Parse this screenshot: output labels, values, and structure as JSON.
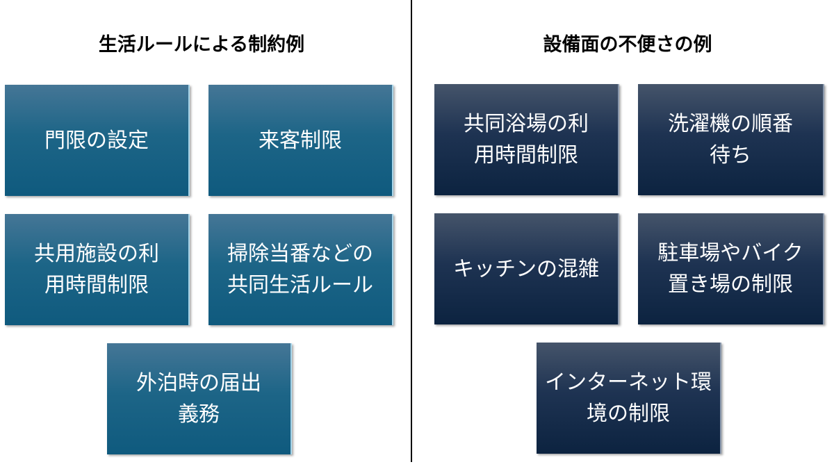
{
  "left": {
    "title": "生活ルールによる制約例",
    "items": [
      "門限の設定",
      "来客制限",
      "共用施設の利\n用時間制限",
      "掃除当番などの\n共同生活ルール",
      "外泊時の届出\n義務"
    ]
  },
  "right": {
    "title": "設備面の不便さの例",
    "items": [
      "共同浴場の利\n用時間制限",
      "洗濯機の順番\n待ち",
      "キッチンの混雑",
      "駐車場やバイク\n置き場の制限",
      "インターネット環\n境の制限"
    ]
  },
  "colors": {
    "left_box": "#1d6587",
    "right_box": "#1e3352"
  }
}
